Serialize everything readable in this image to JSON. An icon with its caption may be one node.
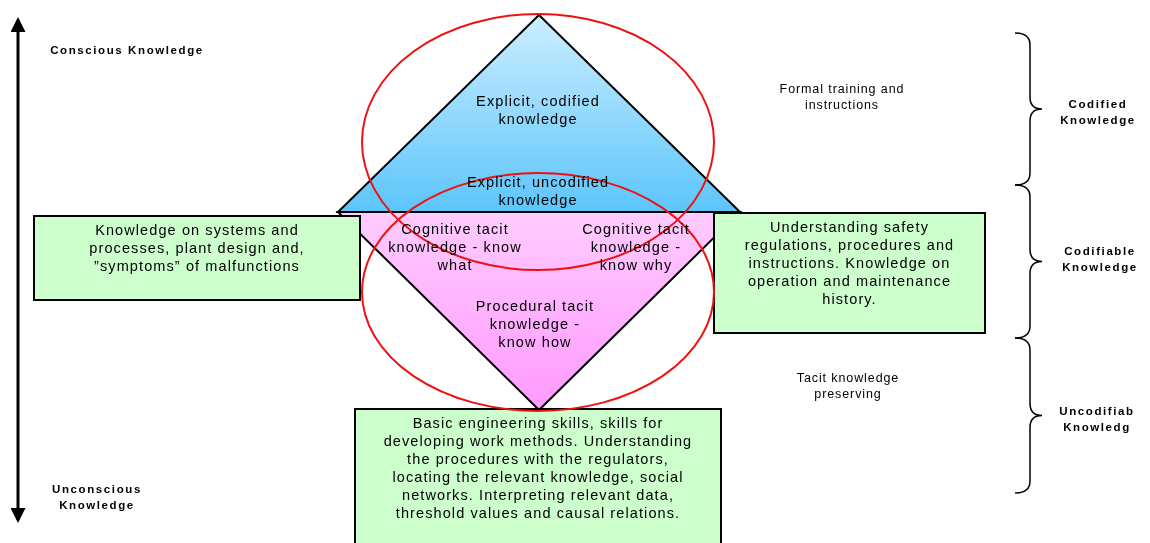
{
  "diagram": {
    "nodes": [
      {
        "text": [
          "Explicit, codified knowledge",
          "Explicit, uncodified knowledge"
        ],
        "beside": [
          "Formal training and instructions"
        ]
      },
      {
        "text": [
          "Cognitive tacit knowledge - know what",
          "Cognitive tacit knowledge - know why",
          "Procedural tacit knowledge - know how"
        ]
      },
      {
        "text": [
          "Knowledge on systems and processes, plant design and, ”symptoms” of malfunctions"
        ]
      },
      {
        "text": [
          "Understanding safety regulations, procedures and instructions. Knowledge on operation and maintenance history."
        ]
      },
      {
        "text": [
          "Basic engineering skills, skills for developing work methods. Understanding the procedures with the regulators, locating the relevant knowledge, social networks. Interpreting relevant data, threshold values and causal relations."
        ]
      }
    ],
    "edges": [],
    "labels": [
      "Conscious Knowledge",
      "Codified Knowledge",
      "Codifiable Knowledge",
      "Tacit knowledge preserving",
      "Uncodifiab Knowledg",
      "Unconscious Knowledge"
    ]
  }
}
